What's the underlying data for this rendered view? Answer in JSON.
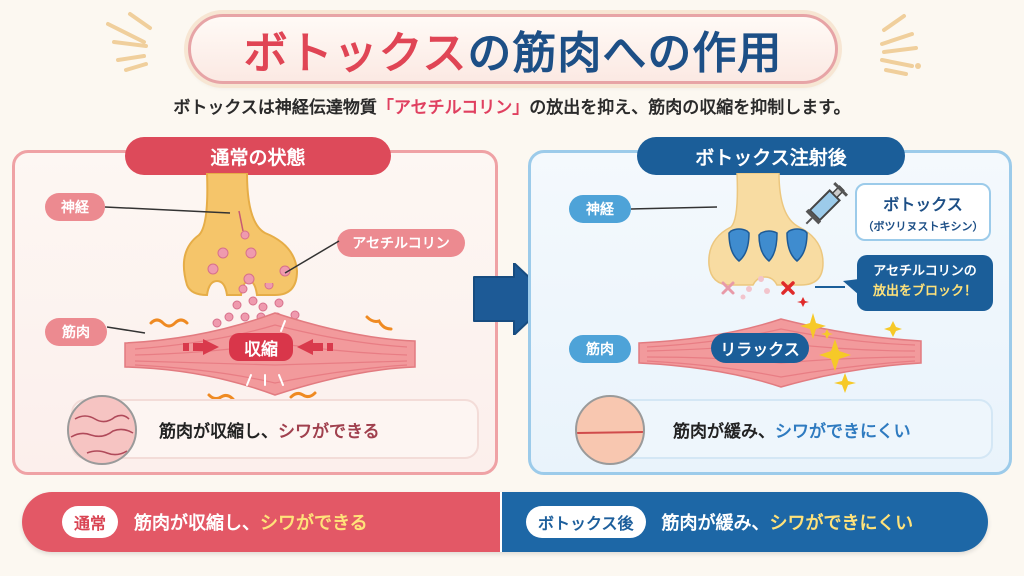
{
  "title": {
    "part1": "ボトックス",
    "part2": "の筋肉への作用"
  },
  "subtitle": {
    "before": "ボトックスは神経伝達物質",
    "highlight": "「アセチルコリン」",
    "after": "の放出を抑え、筋肉の収縮を抑制します。"
  },
  "panels": {
    "normal": {
      "header": "通常の状態",
      "nerve_label": "神経",
      "ach_label": "アセチルコリン",
      "muscle_label": "筋肉",
      "muscle_badge": "収縮",
      "summary_main": "筋肉が収縮し、",
      "summary_highlight": "シワができる"
    },
    "botox": {
      "header": "ボトックス注射後",
      "nerve_label": "神経",
      "botox_label": "ボトックス",
      "botox_sub": "（ボツリヌストキシン）",
      "block_line1": "アセチルコリンの",
      "block_line2": "放出をブロック！",
      "muscle_label": "筋肉",
      "muscle_badge": "リラックス",
      "summary_main": "筋肉が緩み、",
      "summary_highlight": "シワができにくい"
    }
  },
  "bottom_bar": {
    "left_badge": "通常",
    "left_main": "筋肉が収縮し、",
    "left_highlight": "シワができる",
    "right_badge": "ボトックス後",
    "right_main": "筋肉が緩み、",
    "right_highlight": "シワができにくい"
  },
  "colors": {
    "red_accent": "#dd4a5a",
    "blue_accent": "#1b5e99",
    "highlight_yellow": "#ffe27a",
    "background": "#fcf8f1"
  }
}
